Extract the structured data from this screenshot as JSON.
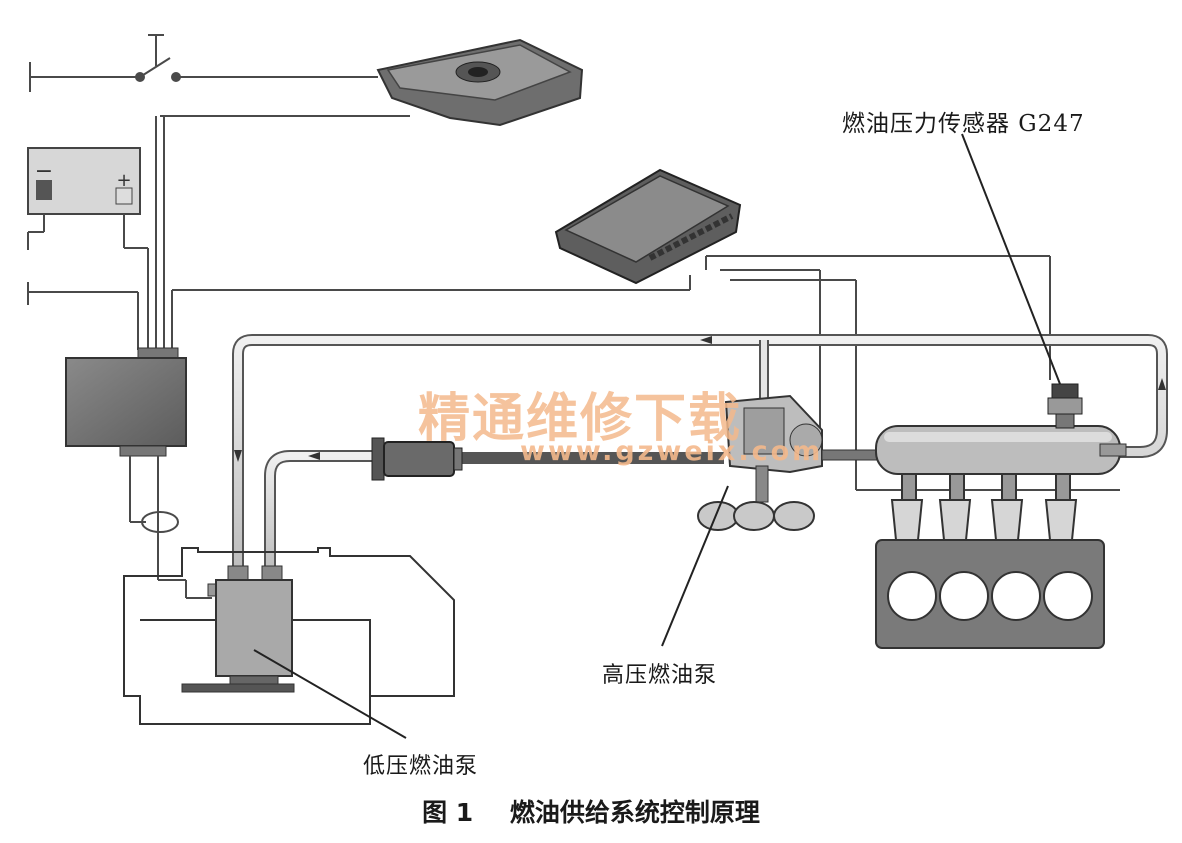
{
  "labels": {
    "pressure_sensor": "燃油压力传感器 G247",
    "high_pressure_pump": "高压燃油泵",
    "low_pressure_pump": "低压燃油泵"
  },
  "caption": {
    "figure_number": "图 1",
    "title": "燃油供给系统控制原理"
  },
  "watermark": {
    "text_cn": "精通维修下载",
    "url": "www.gzweix.com"
  }
}
